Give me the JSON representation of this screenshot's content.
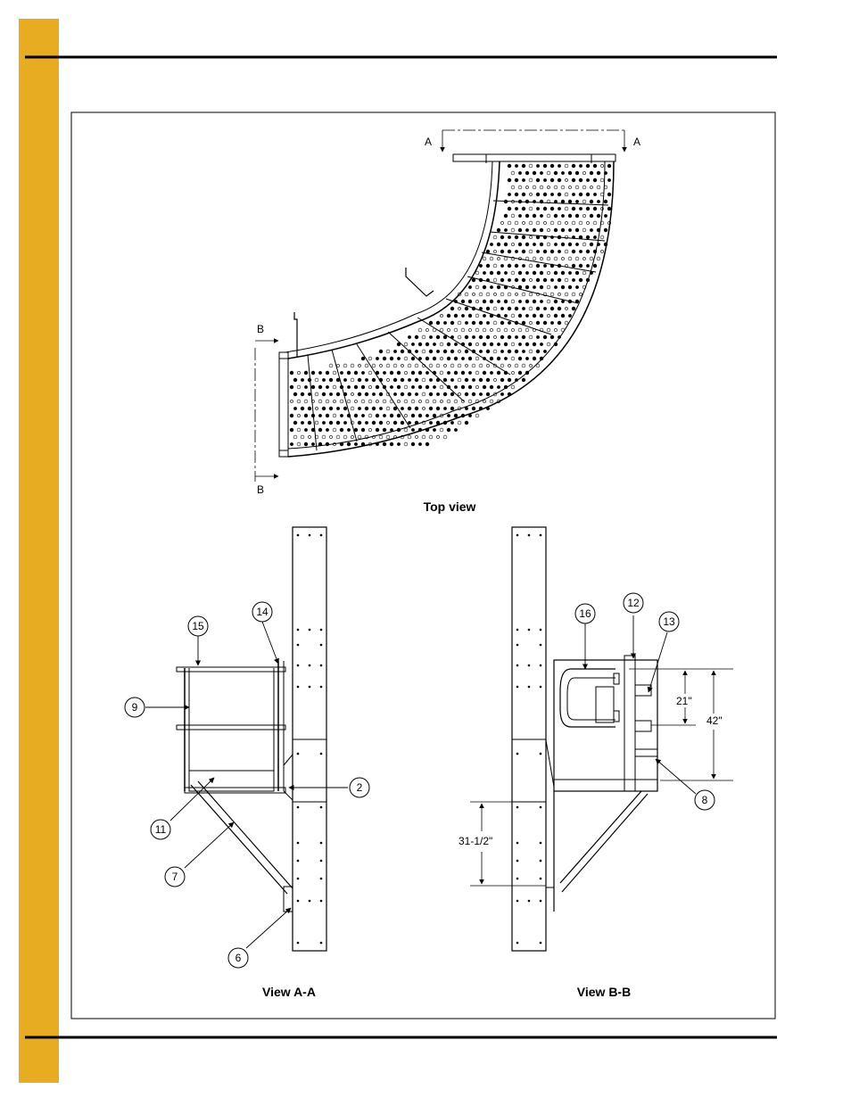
{
  "colors": {
    "side_tab": "#E8AC23",
    "rule": "#000000",
    "line": "#000000"
  },
  "section_labels": {
    "a_left": "A",
    "a_right": "A",
    "b_top": "B",
    "b_bottom": "B"
  },
  "view_titles": {
    "top": "Top view",
    "a_a": "View A-A",
    "b_b": "View B-B"
  },
  "callouts": [
    "2",
    "6",
    "7",
    "8",
    "9",
    "11",
    "12",
    "13",
    "14",
    "15",
    "16"
  ],
  "dimensions": {
    "rail_lower": "21\"",
    "rail_height": "42\"",
    "support_height": "31-1/2\""
  }
}
